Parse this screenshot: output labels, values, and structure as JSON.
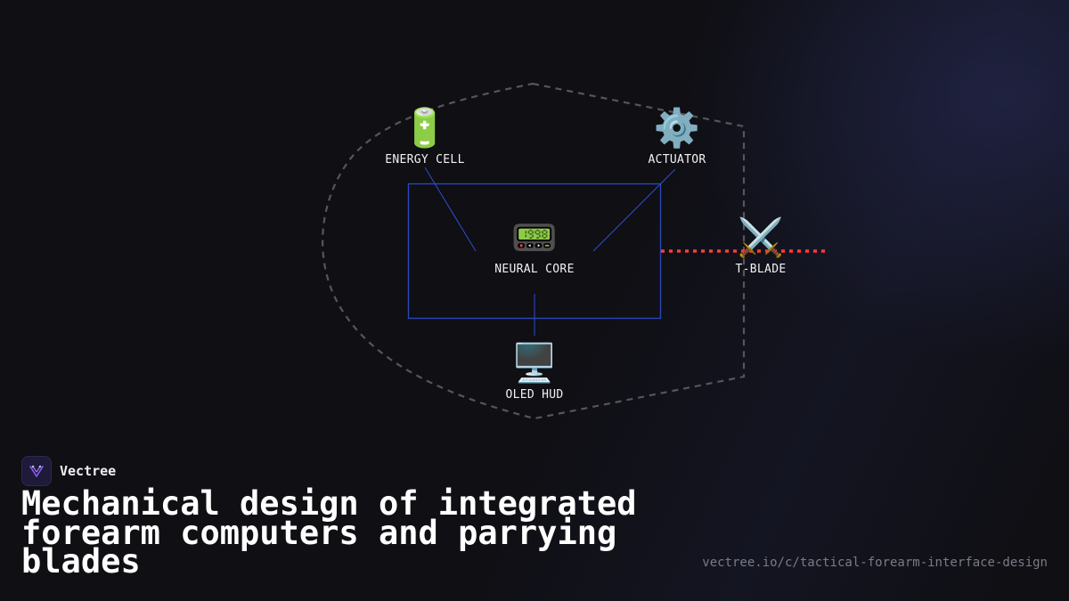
{
  "diagram": {
    "nodes": [
      {
        "id": "energy-cell",
        "label": "ENERGY CELL",
        "icon": "battery-icon",
        "glyph": "🔋"
      },
      {
        "id": "actuator",
        "label": "ACTUATOR",
        "icon": "gear-icon",
        "glyph": "⚙️"
      },
      {
        "id": "neural-core",
        "label": "NEURAL CORE",
        "icon": "pager-icon",
        "glyph": "📟"
      },
      {
        "id": "t-blade",
        "label": "T-BLADE",
        "icon": "crossed-swords-icon",
        "glyph": "⚔️"
      },
      {
        "id": "oled-hud",
        "label": "OLED HUD",
        "icon": "monitor-icon",
        "glyph": "🖥️"
      }
    ],
    "edges": [
      {
        "from": "energy-cell",
        "to": "neural-core",
        "style": "solid",
        "color": "#2f4fd0"
      },
      {
        "from": "actuator",
        "to": "neural-core",
        "style": "solid",
        "color": "#2f4fd0"
      },
      {
        "from": "neural-core",
        "to": "oled-hud",
        "style": "solid",
        "color": "#2f4fd0"
      },
      {
        "from": "neural-core",
        "to": "t-blade",
        "style": "dotted",
        "color": "#ff3b3b"
      }
    ],
    "colors": {
      "outline": "#55555c",
      "box": "#2a45b8",
      "link": "#2f4fd0",
      "blade_link": "#ff3b3b"
    }
  },
  "brand": {
    "name": "Vectree",
    "logo_icon": "vectree-logo-icon",
    "logo_color": "#8b5cf6"
  },
  "headline": "Mechanical design of integrated forearm computers and parrying blades",
  "url": "vectree.io/c/tactical-forearm-interface-design"
}
